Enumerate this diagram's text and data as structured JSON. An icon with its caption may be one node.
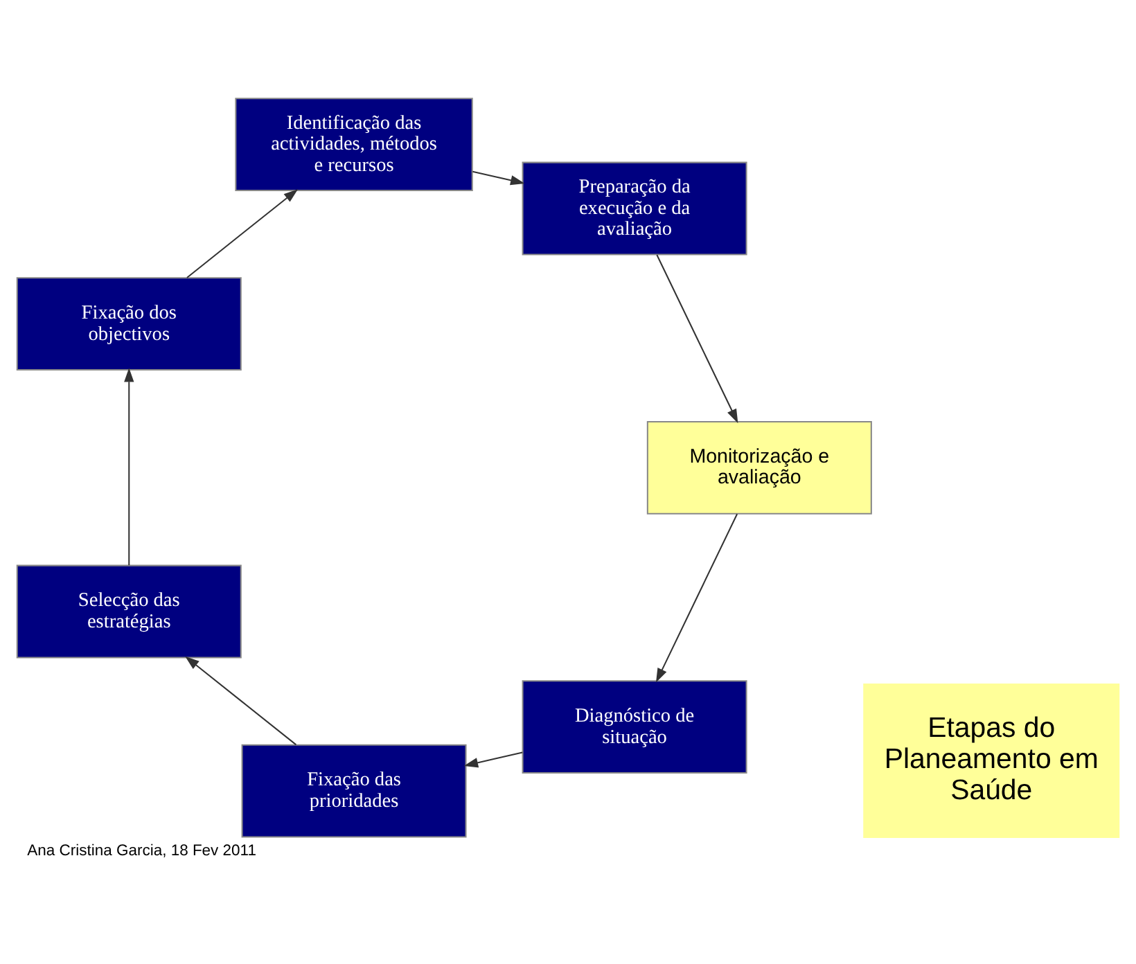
{
  "diagram": {
    "caption": "Ana Cristina Garcia, 18 Fev 2011",
    "nodes": [
      {
        "text": [
          "Diagnóstico de situação"
        ]
      },
      {
        "text": [
          "Fixação das prioridades"
        ]
      },
      {
        "text": [
          "Selecção das estratégias"
        ]
      },
      {
        "text": [
          "Fixação dos objectivos"
        ]
      },
      {
        "text": [
          "Identificação das actividades, métodos e recursos"
        ]
      },
      {
        "text": [
          "Preparação da execução e da avaliação"
        ]
      },
      {
        "text": [
          "Monitorização e avaliação"
        ]
      },
      {
        "text": [
          "Etapas do Planeamento em Saúde"
        ]
      }
    ],
    "edges": [
      {
        "from": 0,
        "to": 1,
        "arrow": "to"
      },
      {
        "from": 1,
        "to": 2,
        "arrow": "to"
      },
      {
        "from": 2,
        "to": 3,
        "arrow": "to"
      },
      {
        "from": 3,
        "to": 4,
        "arrow": "to"
      },
      {
        "from": 4,
        "to": 5,
        "arrow": "to"
      },
      {
        "from": 5,
        "to": 6,
        "arrow": "to"
      },
      {
        "from": 6,
        "to": 0,
        "arrow": "to"
      }
    ]
  }
}
